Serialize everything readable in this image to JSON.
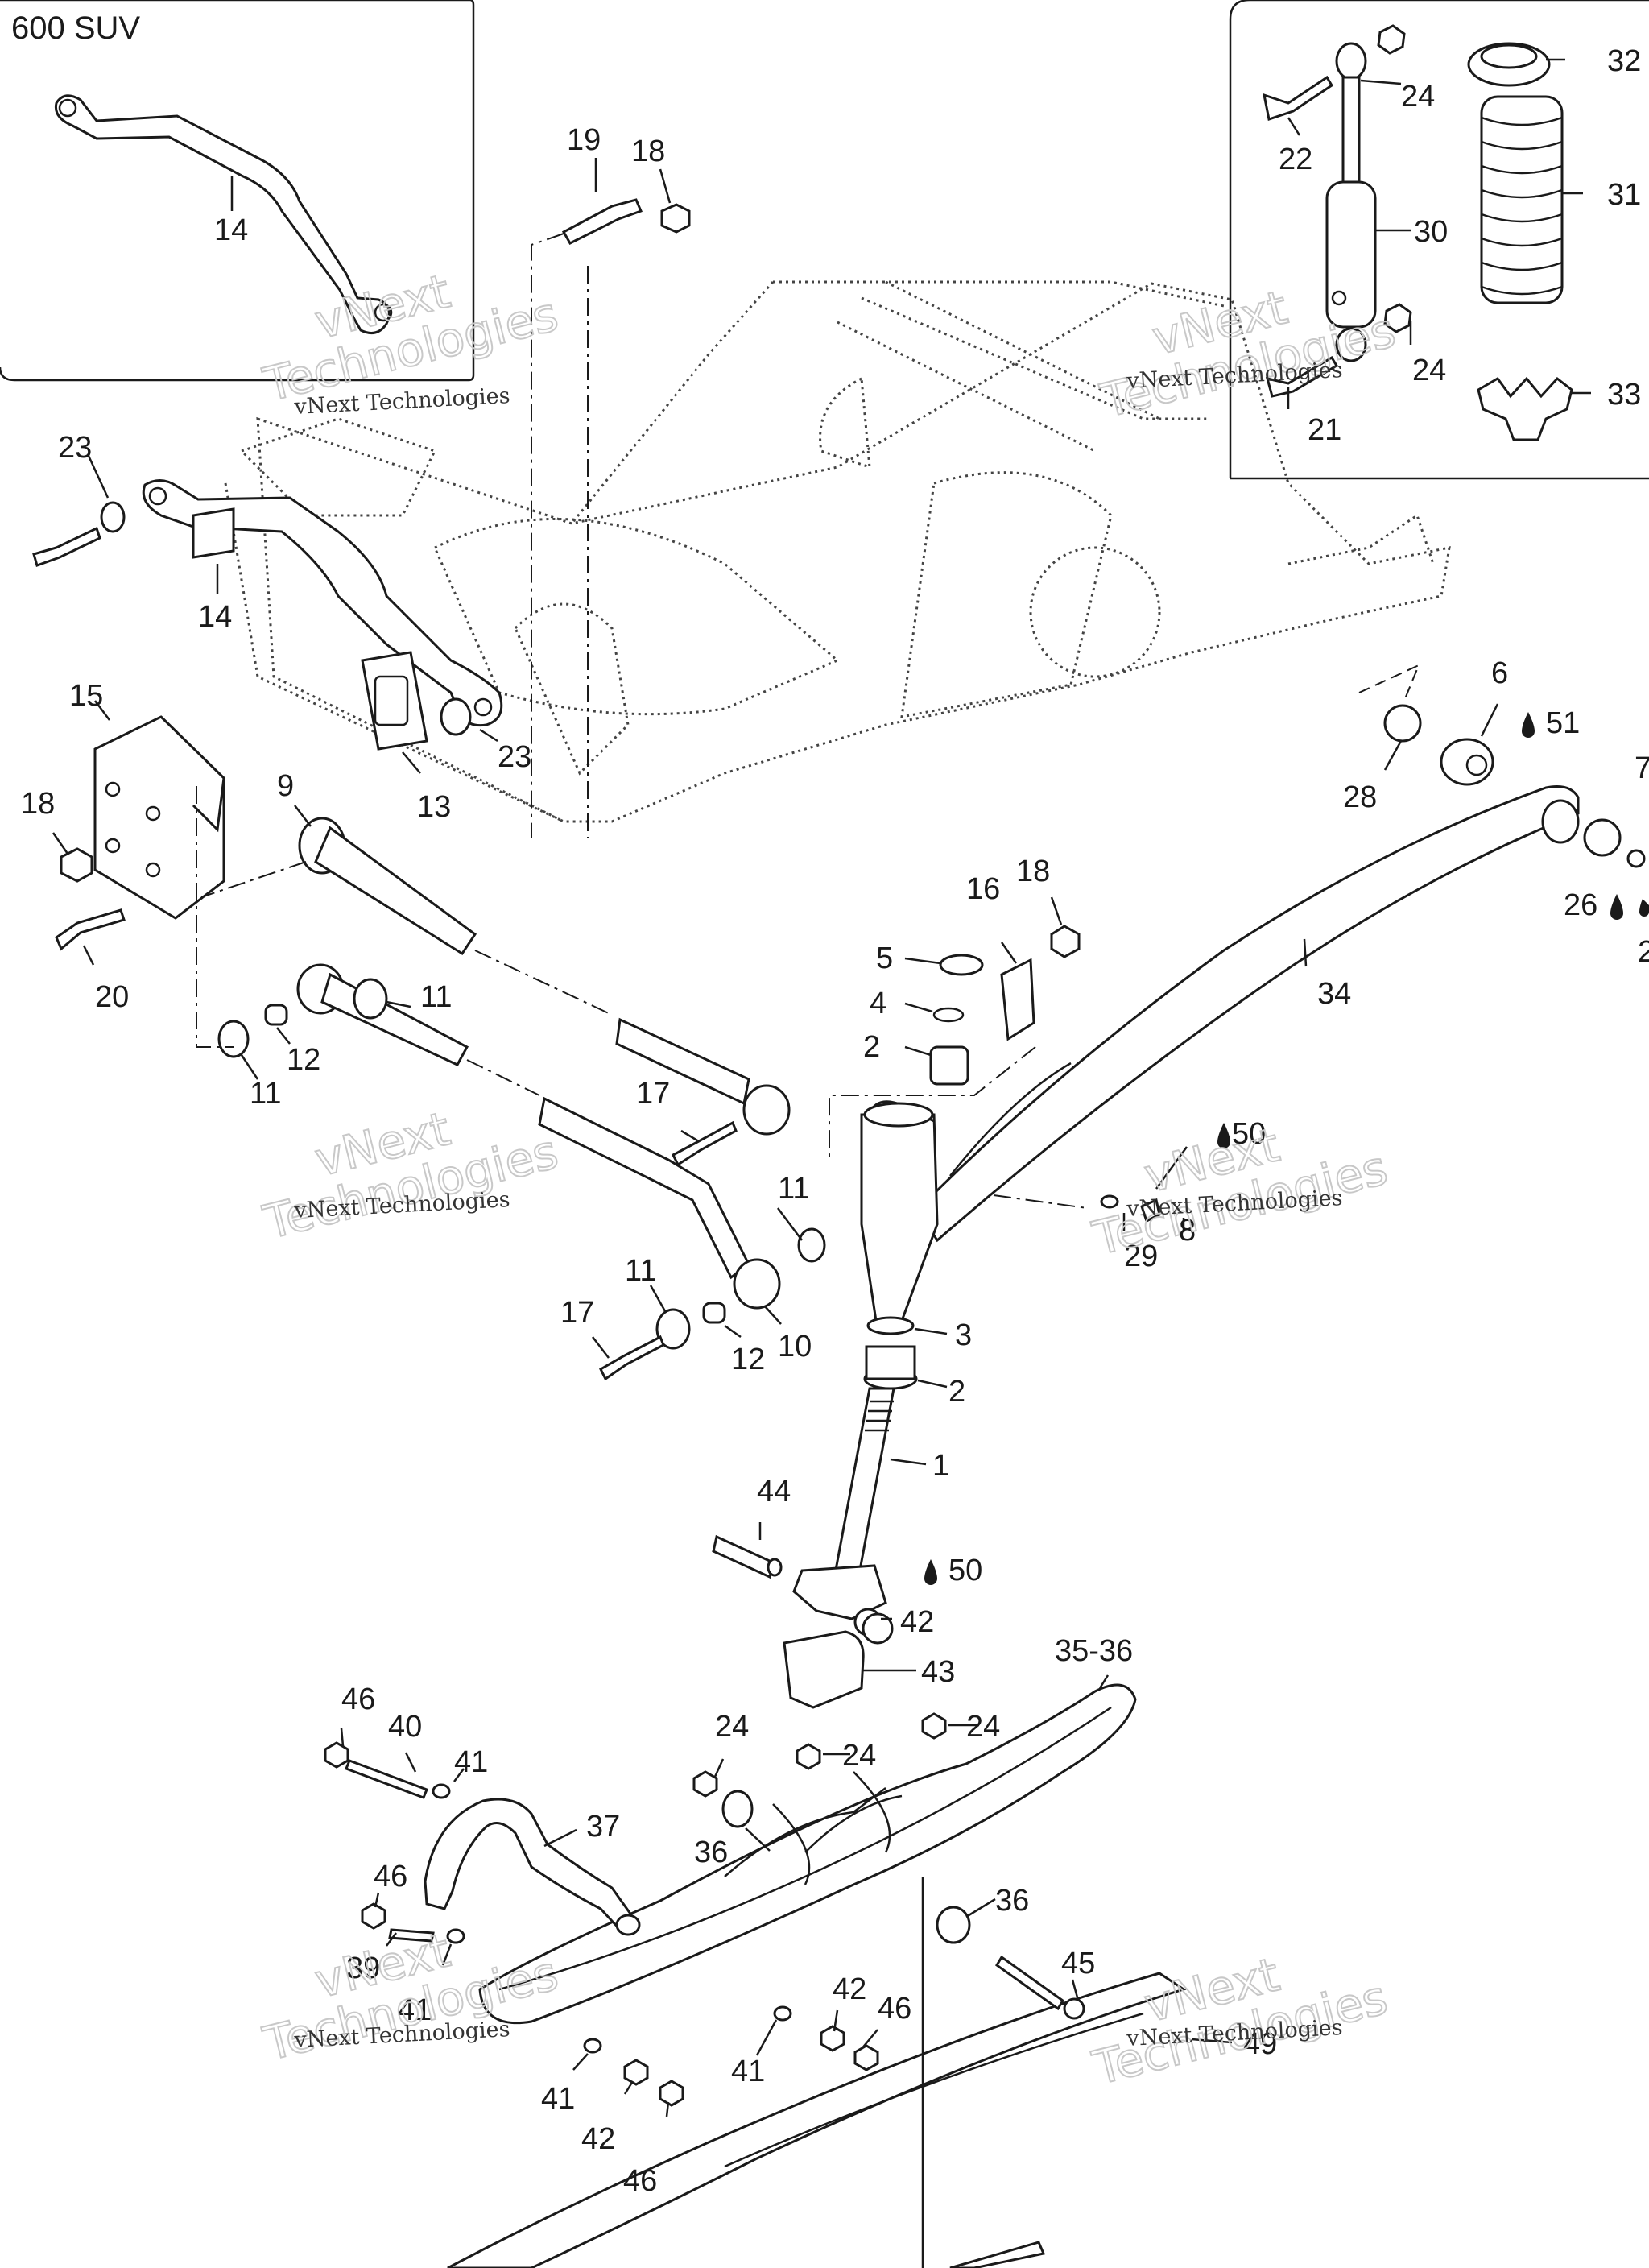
{
  "inset_left": {
    "title": "600 SUV",
    "labels": [
      "14"
    ]
  },
  "inset_right": {
    "labels": [
      "22",
      "24",
      "30",
      "24",
      "21",
      "32",
      "31",
      "33"
    ]
  },
  "callouts": {
    "c19": "19",
    "c18a": "18",
    "c23a": "23",
    "c14": "14",
    "c23b": "23",
    "c15": "15",
    "c18b": "18",
    "c13": "13",
    "c20": "20",
    "c9": "9",
    "c11a": "11",
    "c11b": "11",
    "c12a": "12",
    "c17a": "17",
    "c16": "16",
    "c18c": "18",
    "c5": "5",
    "c4": "4",
    "c2a": "2",
    "c34": "34",
    "c6": "6",
    "c51": "51",
    "c7": "7",
    "c28": "28",
    "c26": "26",
    "c2partial": "2",
    "c50a": "50",
    "c11c": "11",
    "c29": "29",
    "c8": "8",
    "c11d": "11",
    "c17b": "17",
    "c12b": "12",
    "c10": "10",
    "c3": "3",
    "c2b": "2",
    "c1": "1",
    "c44": "44",
    "c50b": "50",
    "c42a": "42",
    "c43": "43",
    "c35": "35-36",
    "c46a": "46",
    "c40": "40",
    "c41a": "41",
    "c24a": "24",
    "c24b": "24",
    "c24c": "24",
    "c37": "37",
    "c36a": "36",
    "c46b": "46",
    "c36b": "36",
    "c45": "45",
    "c39": "39",
    "c41b": "41",
    "c42b": "42",
    "c46c": "46",
    "c41c": "41",
    "c41d": "41",
    "c42c": "42",
    "c46d": "46",
    "c49": "49"
  },
  "watermark": {
    "text": "vNext Technologies",
    "line1": "vNext",
    "line2": "Technologies"
  },
  "colors": {
    "ink": "#1a1a1a",
    "watermark": "#c8c8c8"
  }
}
